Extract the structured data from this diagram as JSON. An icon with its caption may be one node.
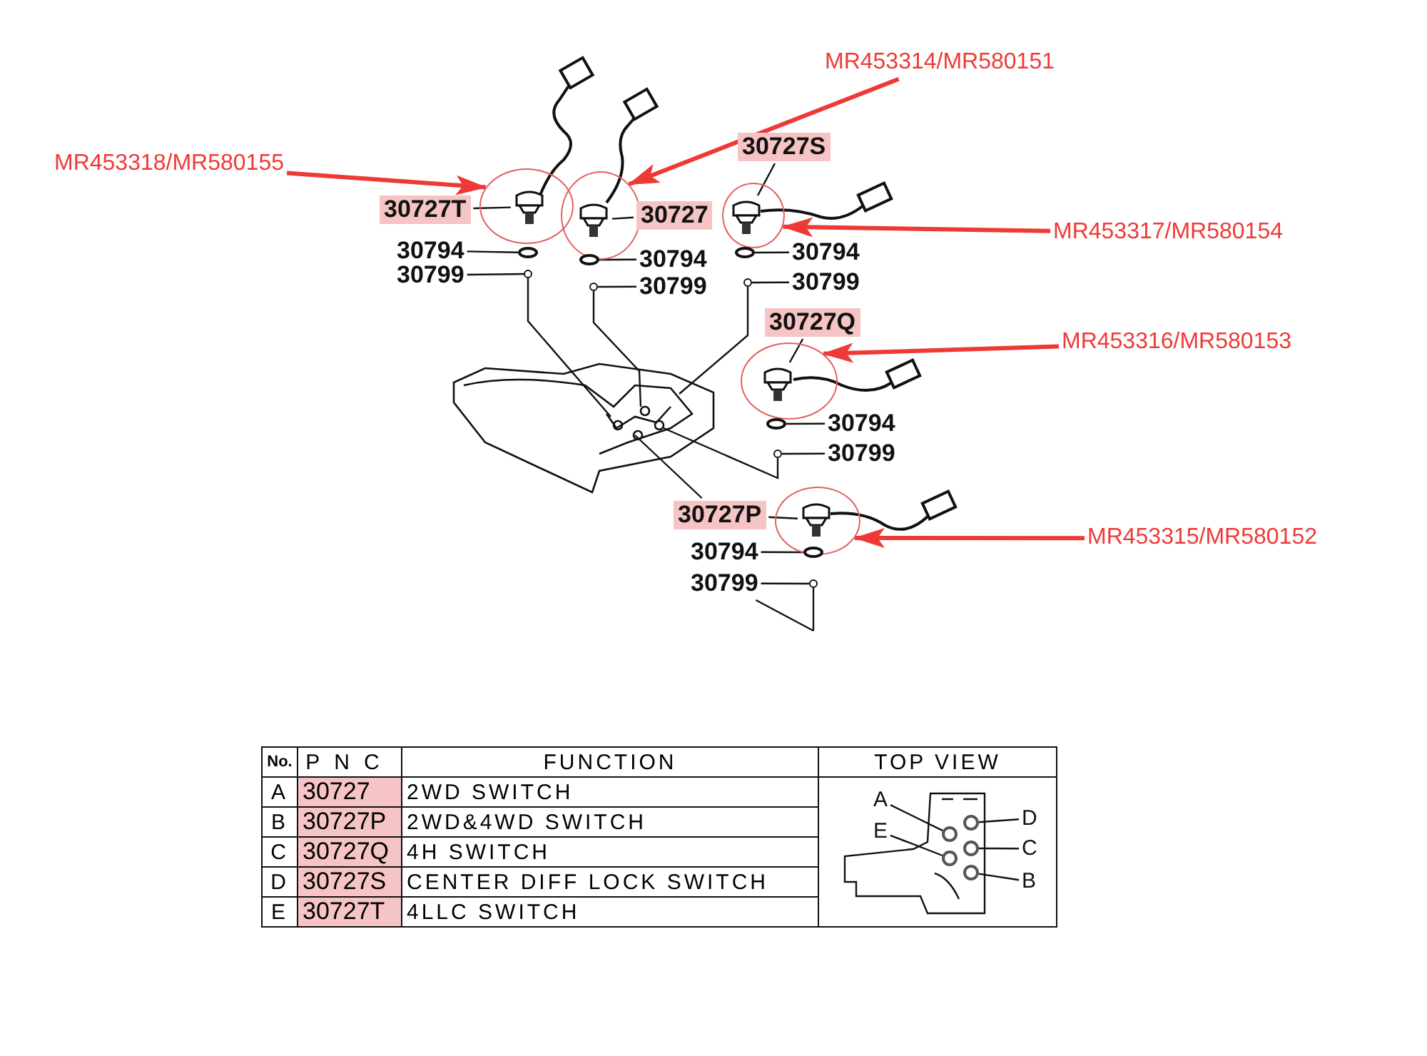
{
  "diagram": {
    "nodes": [
      {
        "text": [
          "MR453318/MR580155"
        ]
      },
      {
        "text": [
          "MR453314/MR580151"
        ]
      },
      {
        "text": [
          "MR453317/MR580154"
        ]
      },
      {
        "text": [
          "MR453316/MR580153"
        ]
      },
      {
        "text": [
          "MR453315/MR580152"
        ]
      },
      {
        "text": [],
        "shape": "circle"
      },
      {
        "text": [],
        "shape": "circle"
      },
      {
        "text": [],
        "shape": "circle"
      },
      {
        "text": [],
        "shape": "circle"
      },
      {
        "text": [],
        "shape": "circle"
      },
      {
        "text": [],
        "shape": "picture",
        "in": 5
      },
      {
        "text": [],
        "shape": "picture",
        "in": 6
      },
      {
        "text": [],
        "shape": "picture",
        "in": 7
      },
      {
        "text": [],
        "shape": "picture",
        "in": 8
      },
      {
        "text": [],
        "shape": "picture",
        "in": 9
      },
      {
        "text": [
          "30727T"
        ]
      },
      {
        "text": [
          "30727"
        ]
      },
      {
        "text": [
          "30727S"
        ]
      },
      {
        "text": [
          "30727Q"
        ]
      },
      {
        "text": [
          "30727P"
        ]
      },
      {
        "text": [
          "30794"
        ]
      },
      {
        "text": [
          "30799"
        ]
      },
      {
        "text": [
          "30794"
        ]
      },
      {
        "text": [
          "30799"
        ]
      },
      {
        "text": [
          "30794"
        ]
      },
      {
        "text": [
          "30799"
        ]
      },
      {
        "text": [
          "30794"
        ]
      },
      {
        "text": [
          "30799"
        ]
      },
      {
        "text": [
          "30794"
        ]
      },
      {
        "text": [
          "30799"
        ]
      },
      {
        "text": [],
        "shape": "circle"
      },
      {
        "text": [],
        "shape": "circle"
      },
      {
        "text": [],
        "shape": "circle"
      },
      {
        "text": [],
        "shape": "circle"
      },
      {
        "text": [],
        "shape": "circle"
      },
      {
        "text": [],
        "shape": "circle"
      },
      {
        "text": [],
        "shape": "circle"
      },
      {
        "text": [],
        "shape": "circle"
      },
      {
        "text": [],
        "shape": "circle"
      },
      {
        "text": [],
        "shape": "circle"
      },
      {
        "text": [
          "A"
        ]
      },
      {
        "text": [
          "E"
        ]
      },
      {
        "text": [
          "D"
        ]
      },
      {
        "text": [
          "C"
        ]
      },
      {
        "text": [
          "B"
        ]
      },
      {
        "text": [],
        "shape": "circle"
      },
      {
        "text": [],
        "shape": "circle"
      },
      {
        "text": [],
        "shape": "circle"
      },
      {
        "text": [],
        "shape": "circle"
      },
      {
        "text": [],
        "shape": "circle"
      },
      {
        "text": [],
        "shape": "picture"
      }
    ],
    "edges": [
      {
        "from": 0,
        "to": 5,
        "arrow": "to",
        "style": "thick",
        "color": "#ee3a36"
      },
      {
        "from": 1,
        "to": 6,
        "arrow": "to",
        "style": "thick",
        "color": "#ee3a36"
      },
      {
        "from": 2,
        "to": 7,
        "arrow": "to",
        "style": "thick",
        "color": "#ee3a36"
      },
      {
        "from": 3,
        "to": 8,
        "arrow": "to",
        "style": "thick",
        "color": "#ee3a36"
      },
      {
        "from": 4,
        "to": 9,
        "arrow": "to",
        "style": "thick",
        "color": "#ee3a36"
      },
      {
        "from": 15,
        "to": 10,
        "arrow": "none"
      },
      {
        "from": 16,
        "to": 11,
        "arrow": "none"
      },
      {
        "from": 17,
        "to": 12,
        "arrow": "none"
      },
      {
        "from": 18,
        "to": 13,
        "arrow": "none"
      },
      {
        "from": 19,
        "to": 14,
        "arrow": "none"
      },
      {
        "from": 20,
        "to": 30,
        "arrow": "none"
      },
      {
        "from": 21,
        "to": 31,
        "arrow": "none"
      },
      {
        "from": 22,
        "to": 32,
        "arrow": "none"
      },
      {
        "from": 23,
        "to": 33,
        "arrow": "none"
      },
      {
        "from": 24,
        "to": 34,
        "arrow": "none"
      },
      {
        "from": 25,
        "to": 35,
        "arrow": "none"
      },
      {
        "from": 26,
        "to": 36,
        "arrow": "none"
      },
      {
        "from": 27,
        "to": 37,
        "arrow": "none"
      },
      {
        "from": 28,
        "to": 38,
        "arrow": "none"
      },
      {
        "from": 29,
        "to": 39,
        "arrow": "none"
      },
      {
        "from": 40,
        "to": 45,
        "arrow": "none"
      },
      {
        "from": 41,
        "to": 46,
        "arrow": "none"
      },
      {
        "from": 42,
        "to": 47,
        "arrow": "none"
      },
      {
        "from": 43,
        "to": 48,
        "arrow": "none"
      },
      {
        "from": 44,
        "to": 49,
        "arrow": "none"
      },
      {
        "from": 31,
        "to": 50,
        "arrow": "none"
      },
      {
        "from": 33,
        "to": 50,
        "arrow": "none"
      },
      {
        "from": 35,
        "to": 50,
        "arrow": "none"
      },
      {
        "from": 37,
        "to": 50,
        "arrow": "none"
      },
      {
        "from": 19,
        "to": 50,
        "arrow": "none"
      },
      {
        "from": 39,
        "to": null,
        "arrow": "none"
      },
      {
        "from": 29,
        "to": null,
        "arrow": "none"
      }
    ],
    "labels": [
      "No.",
      "PNC",
      "FUNCTION",
      "TOP VIEW",
      "A",
      "30727",
      "2WD SWITCH",
      "B",
      "30727P",
      "2WD&4WD SWITCH",
      "C",
      "30727Q",
      "4H SWITCH",
      "D",
      "30727S",
      "CENTER DIFF LOCK SWITCH",
      "E",
      "30727T",
      "4LLC SWITCH"
    ]
  }
}
